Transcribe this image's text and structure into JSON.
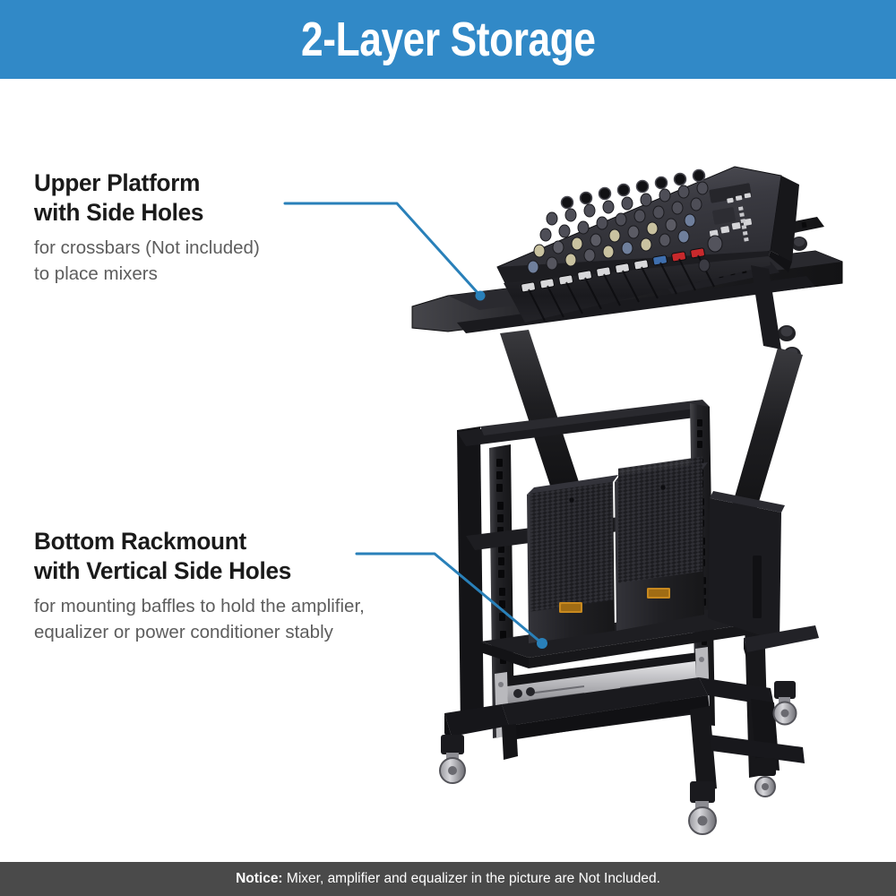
{
  "banner": {
    "title": "2-Layer Storage",
    "background_color": "#3189c7",
    "text_color": "#ffffff"
  },
  "callouts": [
    {
      "id": "upper-platform",
      "heading_line1": "Upper Platform",
      "heading_line2": "with Side Holes",
      "body_line1": "for crossbars (Not included)",
      "body_line2": "to place mixers"
    },
    {
      "id": "bottom-rackmount",
      "heading_line1": "Bottom Rackmount",
      "heading_line2": "with Vertical Side Holes",
      "body_line1": "for mounting baffles to hold the amplifier,",
      "body_line2": "equalizer or power conditioner stably"
    }
  ],
  "leader_lines": {
    "color": "#2980b9",
    "stroke_width": 3
  },
  "product": {
    "name": "2-layer rolling equipment rack stand",
    "frame_color": "#1b1b1d",
    "items_shown": [
      "audio mixer",
      "two speaker cabinets",
      "rackmount power amplifier",
      "swivel casters"
    ],
    "speaker_badge_color": "#c8891f",
    "amp_display_color": "#8fbf5a"
  },
  "footer": {
    "notice_label": "Notice:",
    "notice_text": "Mixer, amplifier and equalizer in the picture are Not Included.",
    "background_color": "#4a4a4a",
    "text_color": "#ffffff"
  }
}
